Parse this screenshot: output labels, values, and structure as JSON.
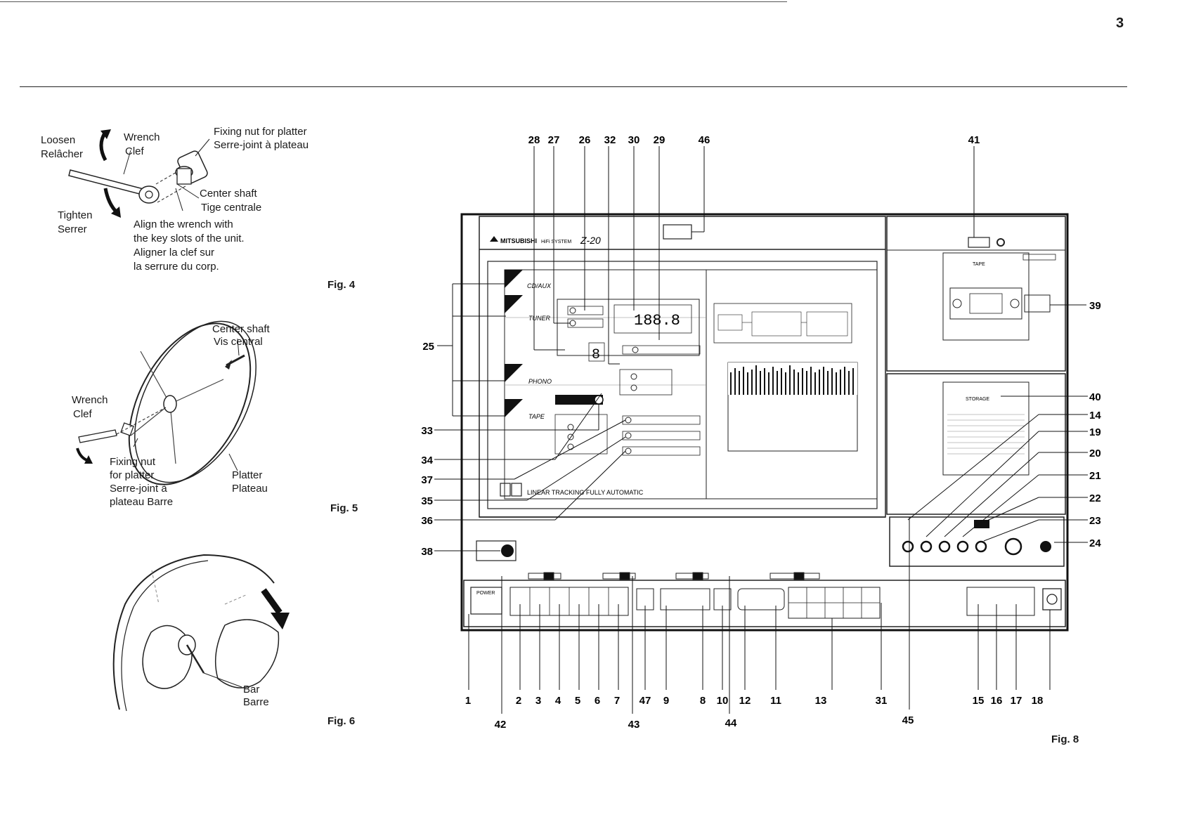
{
  "page_number": "3",
  "fig4": {
    "loosen": "Loosen",
    "relacher": "Relâcher",
    "wrench": "Wrench",
    "clef": "Clef",
    "fixing_nut": "Fixing nut for platter",
    "serre_joint": "Serre-joint à plateau",
    "center_shaft": "Center shaft",
    "tige_centrale": "Tige centrale",
    "tighten": "Tighten",
    "serrer": "Serrer",
    "align_1": "Align the wrench with",
    "align_2": "the key slots of the unit.",
    "align_3": "Aligner la clef sur",
    "align_4": "la serrure du corp.",
    "label": "Fig. 4"
  },
  "fig5": {
    "center_shaft": "Center shaft",
    "vis_central": "Vis central",
    "wrench": "Wrench",
    "clef": "Clef",
    "fixing_nut": "Fixing nut",
    "for_platter": "for platter",
    "serre_joint": "Serre-joint à",
    "plateau_barre": "plateau Barre",
    "platter": "Platter",
    "plateau": "Plateau",
    "label": "Fig. 5"
  },
  "fig6": {
    "bar": "Bar",
    "barre": "Barre",
    "label": "Fig. 6"
  },
  "fig8": {
    "label": "Fig. 8",
    "brand": "MITSUBISHI",
    "system": "HiFi SYSTEM",
    "model": "Z-20",
    "mode_cdaux": "CD/AUX",
    "mode_tuner": "TUNER",
    "mode_phono": "PHONO",
    "mode_tape": "TAPE",
    "freq_display": "188.8",
    "preset_display": "8",
    "linear_tracking": "LINEAR TRACKING FULLY AUTOMATIC",
    "storage": "STORAGE",
    "tape": "TAPE",
    "power": "POWER",
    "top_callouts": [
      "28",
      "27",
      "26",
      "32",
      "30",
      "29",
      "46",
      "41"
    ],
    "left_callouts": [
      "25",
      "33",
      "34",
      "37",
      "35",
      "36",
      "38"
    ],
    "right_callouts": [
      "39",
      "40",
      "14",
      "19",
      "20",
      "21",
      "22",
      "23",
      "24"
    ],
    "bottom_callouts": [
      "1",
      "2",
      "3",
      "4",
      "5",
      "6",
      "7",
      "47",
      "9",
      "8",
      "10",
      "12",
      "11",
      "13",
      "31",
      "15",
      "16",
      "17",
      "18"
    ],
    "lower_callouts": [
      "42",
      "43",
      "44",
      "45"
    ]
  }
}
